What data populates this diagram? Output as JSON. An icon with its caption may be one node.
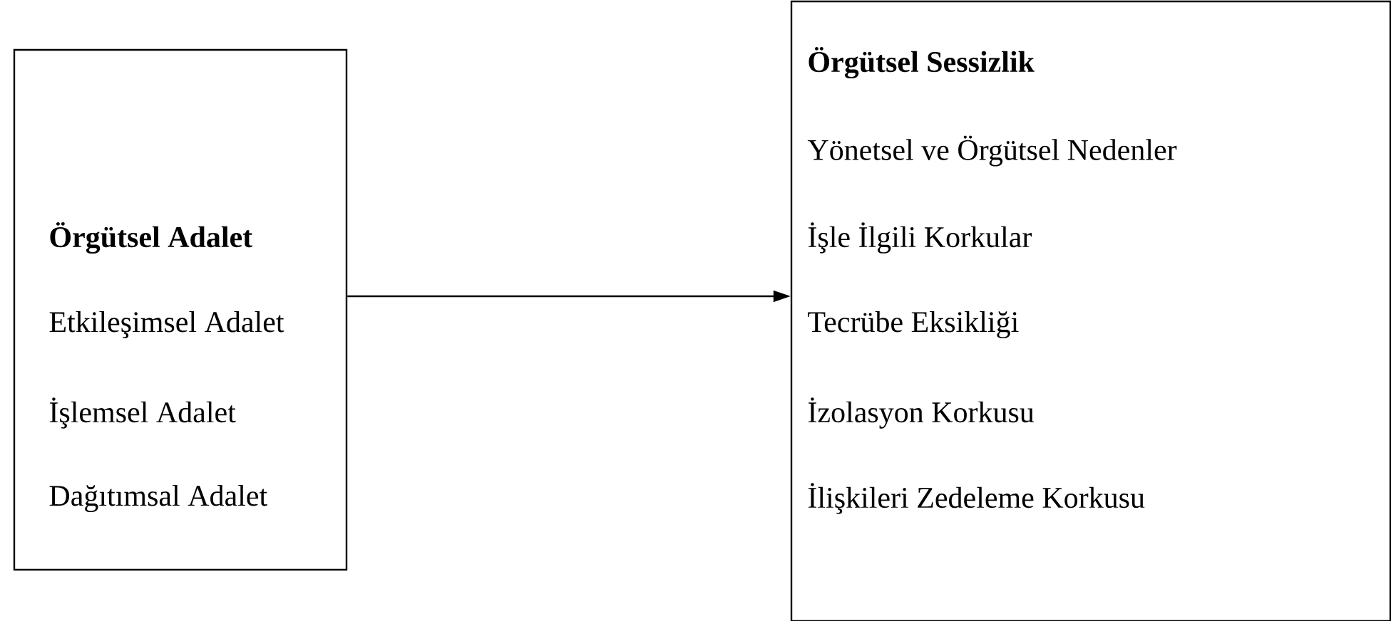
{
  "diagram": {
    "nodes": [
      {
        "text": [
          "Örgütsel Adalet",
          "Etkileşimsel Adalet",
          "İşlemsel Adalet",
          "Dağıtımsal Adalet"
        ]
      },
      {
        "text": [
          "Örgütsel Sessizlik",
          "Yönetsel ve Örgütsel Nedenler",
          "İşle İlgili Korkular",
          "Tecrübe Eksikliği",
          "İzolasyon Korkusu",
          "İlişkileri Zedeleme Korkusu"
        ]
      }
    ],
    "edges": [
      {
        "from": 0,
        "to": 1,
        "arrow": "to"
      }
    ]
  }
}
